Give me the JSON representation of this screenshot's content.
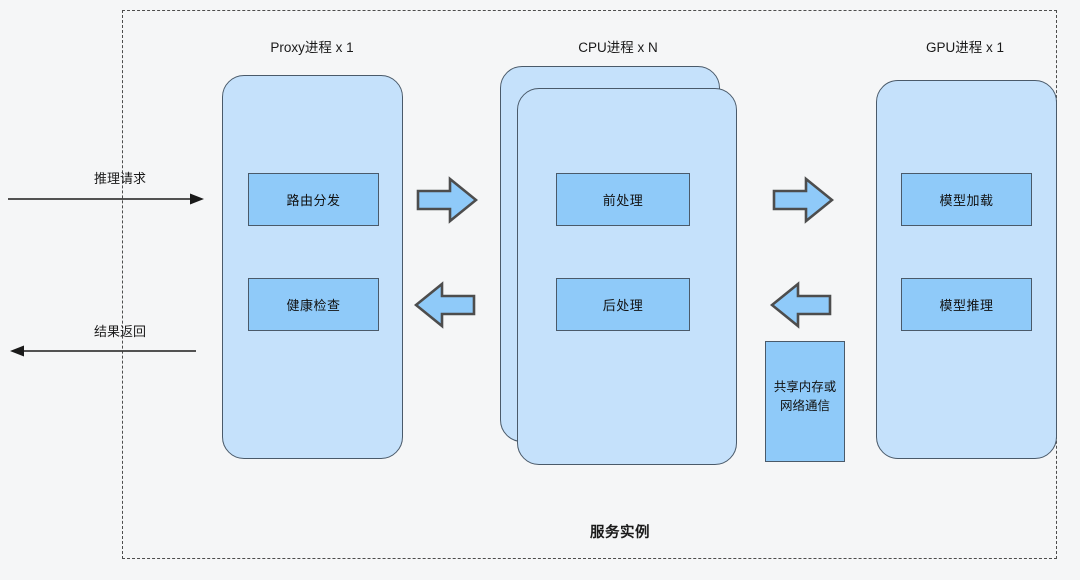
{
  "diagram": {
    "boundary_label": "服务实例",
    "columns": [
      {
        "title": "Proxy进程 x 1"
      },
      {
        "title": "CPU进程 x N"
      },
      {
        "title": "GPU进程 x 1"
      }
    ],
    "proxy_units": [
      {
        "label": "路由分发"
      },
      {
        "label": "健康检查"
      }
    ],
    "cpu_units": [
      {
        "label": "前处理"
      },
      {
        "label": "后处理"
      }
    ],
    "gpu_units": [
      {
        "label": "模型加载"
      },
      {
        "label": "模型推理"
      }
    ],
    "shared_channel": {
      "label": "共享内存或\n网络通信"
    },
    "external_flows": [
      {
        "label": "推理请求",
        "direction": "right"
      },
      {
        "label": "结果返回",
        "direction": "left"
      }
    ],
    "internal_arrows": [
      {
        "name": "proxy-to-cpu",
        "direction": "right"
      },
      {
        "name": "cpu-to-proxy",
        "direction": "left"
      },
      {
        "name": "cpu-to-gpu",
        "direction": "right"
      },
      {
        "name": "gpu-to-cpu",
        "direction": "left"
      }
    ],
    "colors": {
      "card_fill": "#c5e1fb",
      "unit_fill": "#8fcaf9",
      "stroke": "#4a5a6a",
      "arrow_fill": "#8fcaf9",
      "background": "#f5f6f7",
      "boundary_stroke": "#4d4d4d"
    }
  }
}
